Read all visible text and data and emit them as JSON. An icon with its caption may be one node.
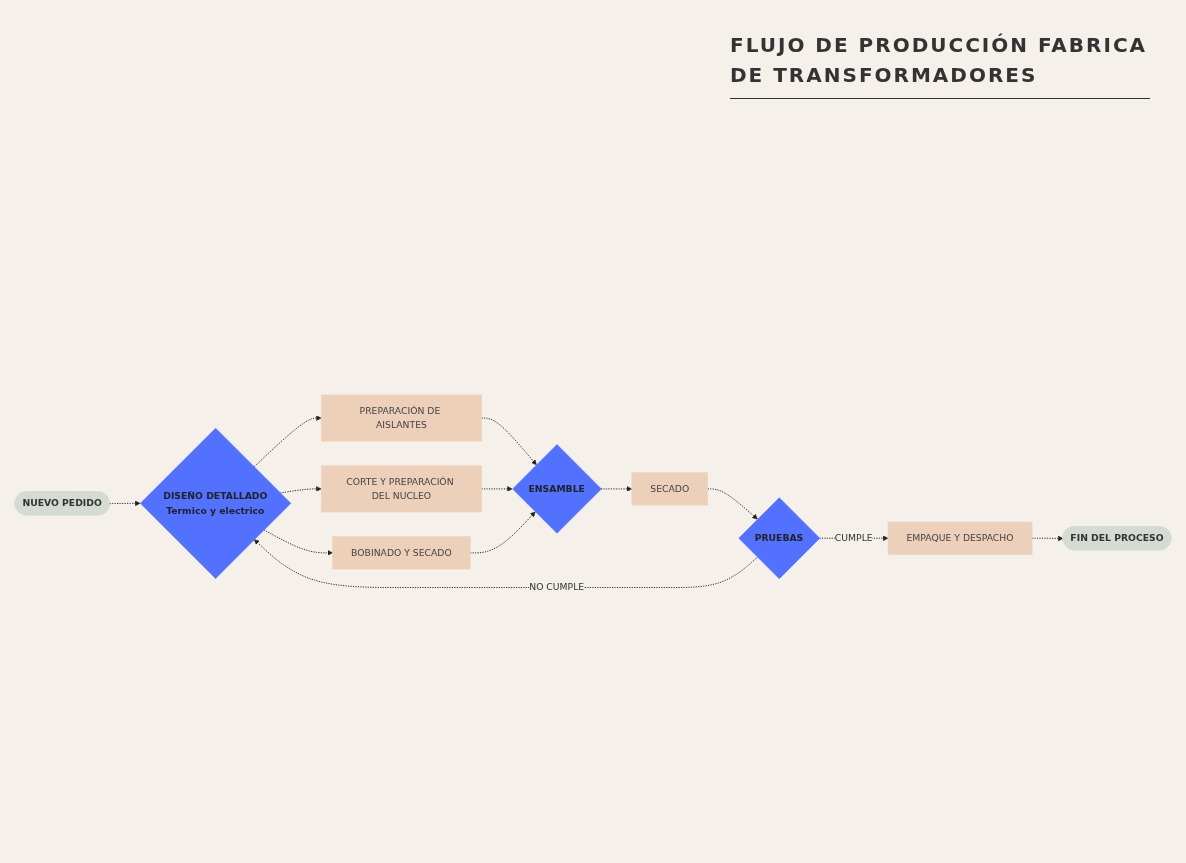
{
  "diagram": {
    "title": "FLUJO DE PRODUCCIÓN FABRICA DE TRANSFORMADORES",
    "nodes": [
      {
        "text": [
          "NUEVO PEDIDO"
        ]
      },
      {
        "text": [
          "DISEÑO DETALLADO",
          "Termico y electrico"
        ]
      },
      {
        "text": [
          "PREPARACIÓN DE AISLANTES"
        ]
      },
      {
        "text": [
          "CORTE Y PREPARACIÓN DEL NUCLEO"
        ]
      },
      {
        "text": [
          "BOBINADO Y SECADO"
        ]
      },
      {
        "text": [
          "ENSAMBLE"
        ]
      },
      {
        "text": [
          "SECADO"
        ]
      },
      {
        "text": [
          "PRUEBAS"
        ]
      },
      {
        "text": [
          "EMPAQUE Y DESPACHO"
        ]
      },
      {
        "text": [
          "FIN DEL PROCESO"
        ]
      }
    ],
    "edges": [
      {
        "from": 0,
        "to": 1,
        "arrow": "to",
        "style": "dashed"
      },
      {
        "from": 1,
        "to": 2,
        "arrow": "to",
        "style": "dashed"
      },
      {
        "from": 1,
        "to": 3,
        "arrow": "to",
        "style": "dashed"
      },
      {
        "from": 1,
        "to": 4,
        "arrow": "to",
        "style": "dashed"
      },
      {
        "from": 2,
        "to": 5,
        "arrow": "to",
        "style": "dashed"
      },
      {
        "from": 3,
        "to": 5,
        "arrow": "to",
        "style": "dashed"
      },
      {
        "from": 4,
        "to": 5,
        "arrow": "to",
        "style": "dashed"
      },
      {
        "from": 5,
        "to": 6,
        "arrow": "to",
        "style": "dashed"
      },
      {
        "from": 6,
        "to": 7,
        "arrow": "to",
        "style": "dashed"
      },
      {
        "from": 7,
        "to": 1,
        "arrow": "to",
        "style": "dashed",
        "label": "NO CUMPLE"
      },
      {
        "from": 7,
        "to": 8,
        "arrow": "to",
        "style": "dashed",
        "label": "CUMPLE"
      },
      {
        "from": 8,
        "to": 9,
        "arrow": "to",
        "style": "dashed"
      }
    ]
  }
}
